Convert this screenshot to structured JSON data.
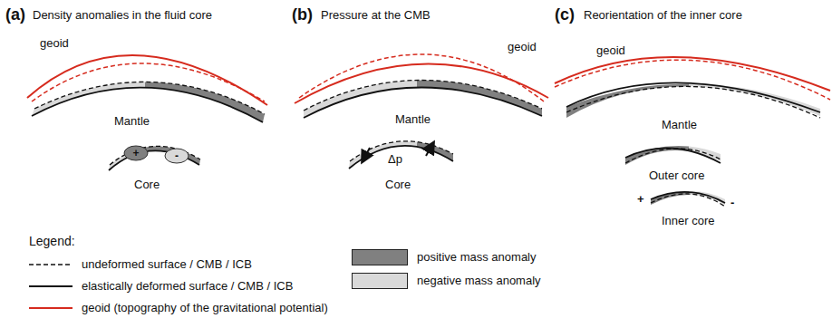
{
  "diagram": {
    "nodes": [
      {
        "text": [
          "+"
        ]
      },
      {
        "text": [
          "-"
        ]
      }
    ],
    "labels": [
      "(a)",
      "Density anomalies in the fluid core",
      "(b)",
      "Pressure at the CMB",
      "(c)",
      "Reorientation of the inner core",
      "geoid",
      "Mantle",
      "Core",
      "geoid",
      "Mantle",
      "Δp",
      "Core",
      "geoid",
      "Mantle",
      "Outer core",
      "Inner core",
      "+",
      "-",
      "Legend:"
    ],
    "legend": [
      {
        "text": "undeformed surface / CMB / ICB"
      },
      {
        "text": "elastically deformed surface / CMB / ICB"
      },
      {
        "text": "geoid (topography of the gravitational potential)"
      },
      {
        "text": "positive mass anomaly",
        "color": "#808080"
      },
      {
        "text": "negative mass anomaly",
        "color": "#d9d9d9"
      }
    ]
  }
}
